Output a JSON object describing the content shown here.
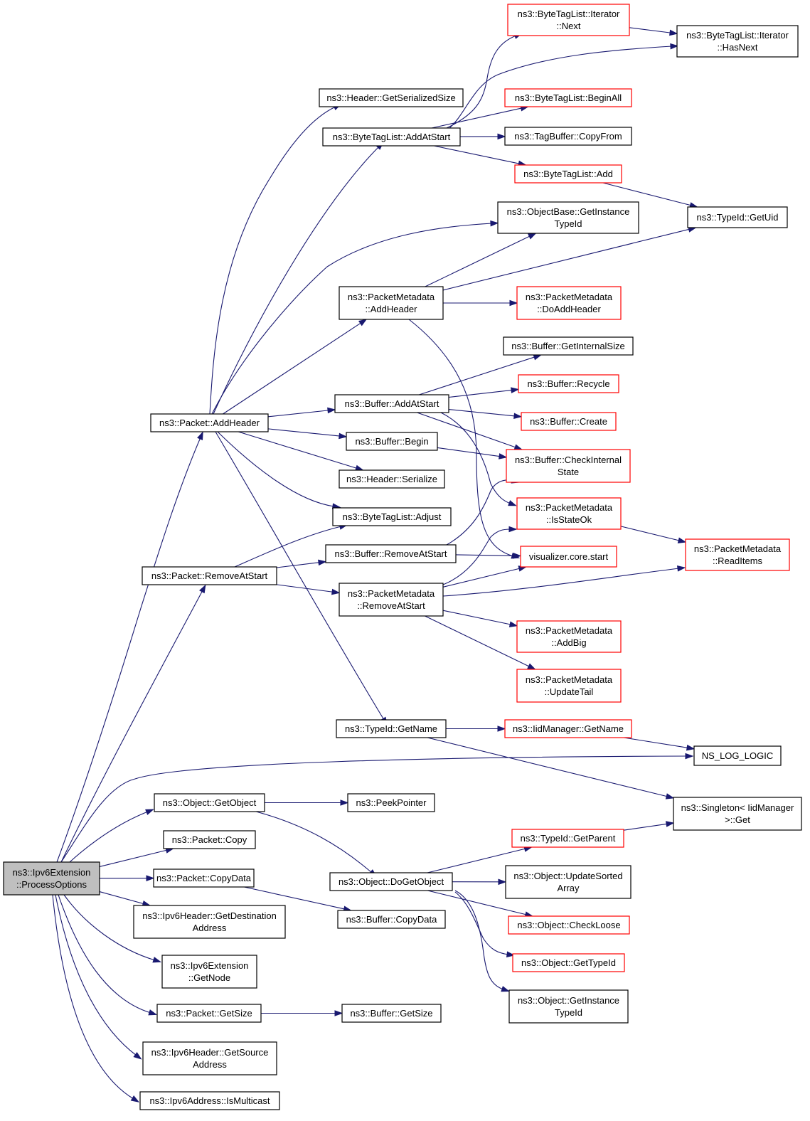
{
  "colors": {
    "edge": "#191970",
    "black_border": "#000000",
    "red_border": "#ff0000",
    "root_fill": "#bfbfbf"
  },
  "nodes": [
    {
      "id": "root",
      "lines": [
        "ns3::Ipv6Extension",
        "::ProcessOptions"
      ],
      "style": "root"
    },
    {
      "id": "pkt_addheader",
      "lines": [
        "ns3::Packet::AddHeader"
      ],
      "style": "black"
    },
    {
      "id": "pkt_removeatstart",
      "lines": [
        "ns3::Packet::RemoveAtStart"
      ],
      "style": "black"
    },
    {
      "id": "obj_getobject",
      "lines": [
        "ns3::Object::GetObject"
      ],
      "style": "black"
    },
    {
      "id": "pkt_copy",
      "lines": [
        "ns3::Packet::Copy"
      ],
      "style": "black"
    },
    {
      "id": "pkt_copydata",
      "lines": [
        "ns3::Packet::CopyData"
      ],
      "style": "black"
    },
    {
      "id": "ipv6h_getdest",
      "lines": [
        "ns3::Ipv6Header::GetDestination",
        "Address"
      ],
      "style": "black"
    },
    {
      "id": "ipv6ext_getnode",
      "lines": [
        "ns3::Ipv6Extension",
        "::GetNode"
      ],
      "style": "black"
    },
    {
      "id": "pkt_getsize",
      "lines": [
        "ns3::Packet::GetSize"
      ],
      "style": "black"
    },
    {
      "id": "ipv6h_getsrc",
      "lines": [
        "ns3::Ipv6Header::GetSource",
        "Address"
      ],
      "style": "black"
    },
    {
      "id": "ipv6addr_ismc",
      "lines": [
        "ns3::Ipv6Address::IsMulticast"
      ],
      "style": "black"
    },
    {
      "id": "hdr_getsersize",
      "lines": [
        "ns3::Header::GetSerializedSize"
      ],
      "style": "black"
    },
    {
      "id": "btl_addatstart",
      "lines": [
        "ns3::ByteTagList::AddAtStart"
      ],
      "style": "black"
    },
    {
      "id": "pm_addheader",
      "lines": [
        "ns3::PacketMetadata",
        "::AddHeader"
      ],
      "style": "black"
    },
    {
      "id": "buf_addatstart",
      "lines": [
        "ns3::Buffer::AddAtStart"
      ],
      "style": "black"
    },
    {
      "id": "buf_begin",
      "lines": [
        "ns3::Buffer::Begin"
      ],
      "style": "black"
    },
    {
      "id": "hdr_serialize",
      "lines": [
        "ns3::Header::Serialize"
      ],
      "style": "black"
    },
    {
      "id": "btl_adjust",
      "lines": [
        "ns3::ByteTagList::Adjust"
      ],
      "style": "black"
    },
    {
      "id": "buf_removeatstart",
      "lines": [
        "ns3::Buffer::RemoveAtStart"
      ],
      "style": "black"
    },
    {
      "id": "pm_removeatstart",
      "lines": [
        "ns3::PacketMetadata",
        "::RemoveAtStart"
      ],
      "style": "black"
    },
    {
      "id": "typeid_getname",
      "lines": [
        "ns3::TypeId::GetName"
      ],
      "style": "black"
    },
    {
      "id": "peekpointer",
      "lines": [
        "ns3::PeekPointer"
      ],
      "style": "black"
    },
    {
      "id": "obj_dogetobject",
      "lines": [
        "ns3::Object::DoGetObject"
      ],
      "style": "black"
    },
    {
      "id": "buf_copydata",
      "lines": [
        "ns3::Buffer::CopyData"
      ],
      "style": "black"
    },
    {
      "id": "buf_getsize",
      "lines": [
        "ns3::Buffer::GetSize"
      ],
      "style": "black"
    },
    {
      "id": "btli_next",
      "lines": [
        "ns3::ByteTagList::Iterator",
        "::Next"
      ],
      "style": "red"
    },
    {
      "id": "btli_hasnext",
      "lines": [
        "ns3::ByteTagList::Iterator",
        "::HasNext"
      ],
      "style": "black"
    },
    {
      "id": "btl_beginall",
      "lines": [
        "ns3::ByteTagList::BeginAll"
      ],
      "style": "red"
    },
    {
      "id": "tagbuf_copyfrom",
      "lines": [
        "ns3::TagBuffer::CopyFrom"
      ],
      "style": "black"
    },
    {
      "id": "btl_add",
      "lines": [
        "ns3::ByteTagList::Add"
      ],
      "style": "red"
    },
    {
      "id": "objbase_getinst",
      "lines": [
        "ns3::ObjectBase::GetInstance",
        "TypeId"
      ],
      "style": "black"
    },
    {
      "id": "typeid_getuid",
      "lines": [
        "ns3::TypeId::GetUid"
      ],
      "style": "black"
    },
    {
      "id": "pm_doaddheader",
      "lines": [
        "ns3::PacketMetadata",
        "::DoAddHeader"
      ],
      "style": "red"
    },
    {
      "id": "buf_getinternalsize",
      "lines": [
        "ns3::Buffer::GetInternalSize"
      ],
      "style": "black"
    },
    {
      "id": "buf_recycle",
      "lines": [
        "ns3::Buffer::Recycle"
      ],
      "style": "red"
    },
    {
      "id": "buf_create",
      "lines": [
        "ns3::Buffer::Create"
      ],
      "style": "red"
    },
    {
      "id": "buf_checkinternal",
      "lines": [
        "ns3::Buffer::CheckInternal",
        "State"
      ],
      "style": "red"
    },
    {
      "id": "pm_isstateok",
      "lines": [
        "ns3::PacketMetadata",
        "::IsStateOk"
      ],
      "style": "red"
    },
    {
      "id": "viz_start",
      "lines": [
        "visualizer.core.start"
      ],
      "style": "red"
    },
    {
      "id": "pm_readitems",
      "lines": [
        "ns3::PacketMetadata",
        "::ReadItems"
      ],
      "style": "red"
    },
    {
      "id": "pm_addbig",
      "lines": [
        "ns3::PacketMetadata",
        "::AddBig"
      ],
      "style": "red"
    },
    {
      "id": "pm_updatetail",
      "lines": [
        "ns3::PacketMetadata",
        "::UpdateTail"
      ],
      "style": "red"
    },
    {
      "id": "iidmgr_getname",
      "lines": [
        "ns3::IidManager::GetName"
      ],
      "style": "red"
    },
    {
      "id": "ns_log_logic",
      "lines": [
        "NS_LOG_LOGIC"
      ],
      "style": "black"
    },
    {
      "id": "singleton_get",
      "lines": [
        "ns3::Singleton< IidManager",
        ">::Get"
      ],
      "style": "black"
    },
    {
      "id": "typeid_getparent",
      "lines": [
        "ns3::TypeId::GetParent"
      ],
      "style": "red"
    },
    {
      "id": "obj_updatesorted",
      "lines": [
        "ns3::Object::UpdateSorted",
        "Array"
      ],
      "style": "black"
    },
    {
      "id": "obj_checkloose",
      "lines": [
        "ns3::Object::CheckLoose"
      ],
      "style": "red"
    },
    {
      "id": "obj_gettypeid",
      "lines": [
        "ns3::Object::GetTypeId"
      ],
      "style": "red"
    },
    {
      "id": "obj_getinsttypeid",
      "lines": [
        "ns3::Object::GetInstance",
        "TypeId"
      ],
      "style": "black"
    }
  ],
  "edges": [
    [
      "root",
      "pkt_addheader"
    ],
    [
      "root",
      "pkt_removeatstart"
    ],
    [
      "root",
      "ns_log_logic"
    ],
    [
      "root",
      "obj_getobject"
    ],
    [
      "root",
      "pkt_copy"
    ],
    [
      "root",
      "pkt_copydata"
    ],
    [
      "root",
      "ipv6h_getdest"
    ],
    [
      "root",
      "ipv6ext_getnode"
    ],
    [
      "root",
      "pkt_getsize"
    ],
    [
      "root",
      "ipv6h_getsrc"
    ],
    [
      "root",
      "ipv6addr_ismc"
    ],
    [
      "pkt_addheader",
      "hdr_getsersize"
    ],
    [
      "pkt_addheader",
      "btl_addatstart"
    ],
    [
      "pkt_addheader",
      "objbase_getinst"
    ],
    [
      "pkt_addheader",
      "pm_addheader"
    ],
    [
      "pkt_addheader",
      "buf_addatstart"
    ],
    [
      "pkt_addheader",
      "buf_begin"
    ],
    [
      "pkt_addheader",
      "hdr_serialize"
    ],
    [
      "pkt_addheader",
      "btl_adjust"
    ],
    [
      "pkt_addheader",
      "typeid_getname"
    ],
    [
      "btl_addatstart",
      "btli_next"
    ],
    [
      "btl_addatstart",
      "btli_hasnext"
    ],
    [
      "btl_addatstart",
      "btl_beginall"
    ],
    [
      "btl_addatstart",
      "tagbuf_copyfrom"
    ],
    [
      "btl_addatstart",
      "btl_add"
    ],
    [
      "btli_next",
      "btli_hasnext"
    ],
    [
      "btl_add",
      "typeid_getuid"
    ],
    [
      "pm_addheader",
      "objbase_getinst"
    ],
    [
      "pm_addheader",
      "typeid_getuid"
    ],
    [
      "pm_addheader",
      "pm_doaddheader"
    ],
    [
      "pm_addheader",
      "viz_start"
    ],
    [
      "buf_addatstart",
      "buf_getinternalsize"
    ],
    [
      "buf_addatstart",
      "buf_recycle"
    ],
    [
      "buf_addatstart",
      "buf_create"
    ],
    [
      "buf_addatstart",
      "buf_checkinternal"
    ],
    [
      "buf_addatstart",
      "pm_isstateok"
    ],
    [
      "buf_begin",
      "buf_checkinternal"
    ],
    [
      "pkt_removeatstart",
      "btl_adjust"
    ],
    [
      "pkt_removeatstart",
      "buf_removeatstart"
    ],
    [
      "pkt_removeatstart",
      "pm_removeatstart"
    ],
    [
      "buf_removeatstart",
      "buf_checkinternal"
    ],
    [
      "buf_removeatstart",
      "viz_start"
    ],
    [
      "pm_removeatstart",
      "pm_isstateok"
    ],
    [
      "pm_removeatstart",
      "viz_start"
    ],
    [
      "pm_removeatstart",
      "pm_readitems"
    ],
    [
      "pm_removeatstart",
      "pm_addbig"
    ],
    [
      "pm_removeatstart",
      "pm_updatetail"
    ],
    [
      "pm_isstateok",
      "pm_readitems"
    ],
    [
      "typeid_getname",
      "iidmgr_getname"
    ],
    [
      "typeid_getname",
      "singleton_get"
    ],
    [
      "iidmgr_getname",
      "ns_log_logic"
    ],
    [
      "obj_getobject",
      "peekpointer"
    ],
    [
      "obj_getobject",
      "obj_dogetobject"
    ],
    [
      "obj_dogetobject",
      "typeid_getparent"
    ],
    [
      "obj_dogetobject",
      "obj_updatesorted"
    ],
    [
      "obj_dogetobject",
      "obj_checkloose"
    ],
    [
      "obj_dogetobject",
      "obj_gettypeid"
    ],
    [
      "obj_dogetobject",
      "obj_getinsttypeid"
    ],
    [
      "typeid_getparent",
      "singleton_get"
    ],
    [
      "pkt_copydata",
      "buf_copydata"
    ],
    [
      "pkt_getsize",
      "buf_getsize"
    ]
  ]
}
